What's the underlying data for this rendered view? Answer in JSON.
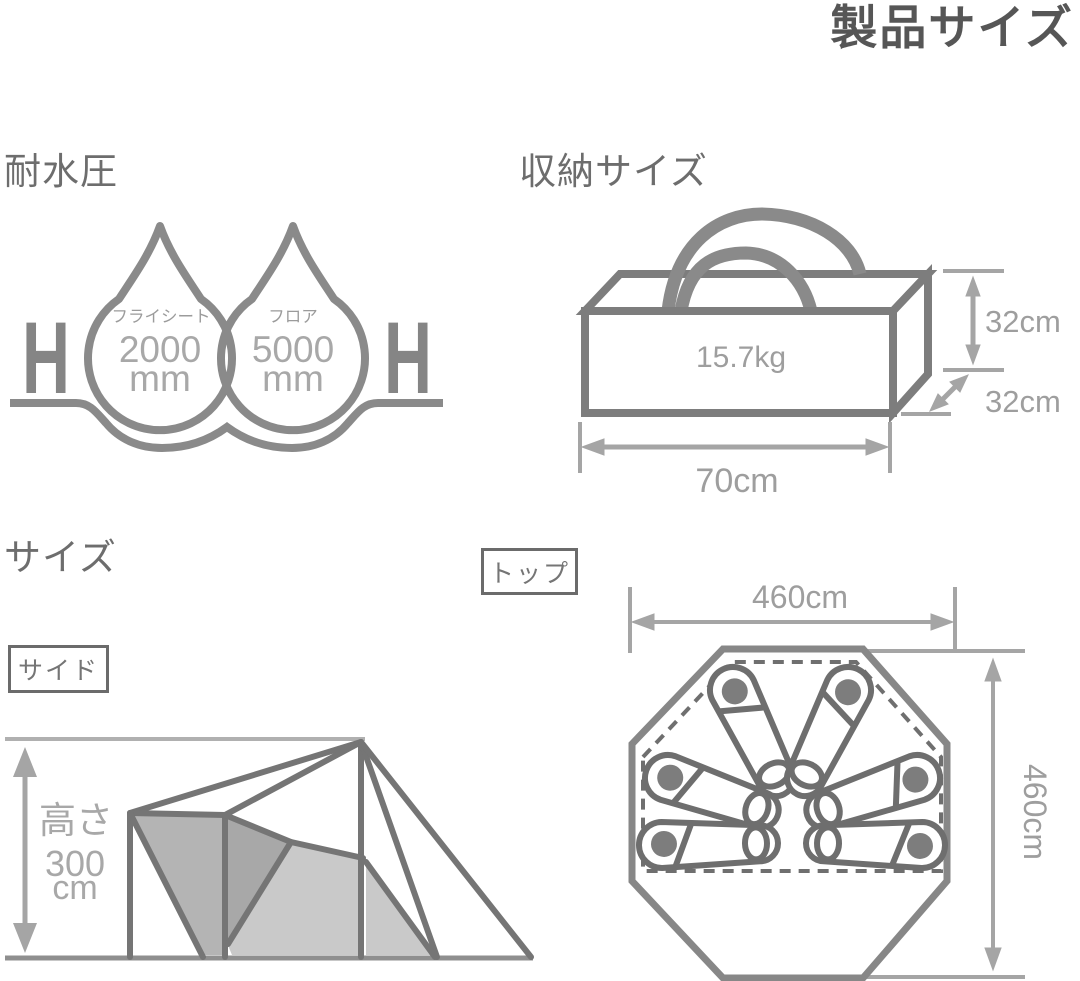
{
  "title": "製品サイズ",
  "colors": {
    "line_dark": "#757575",
    "line_mid": "#8a8a8a",
    "dimension_gray": "#a5a5a5",
    "dim_text_gray": "#9e9e9e",
    "heading_gray": "#6d6d6d",
    "title_gray": "#565656",
    "fill_light": "#c9c9c9",
    "fill_mid": "#b4b4b4",
    "fill_dark": "#a8a8a8"
  },
  "water_resistance": {
    "heading": "耐水圧",
    "h_symbol_left": "H",
    "h_symbol_right": "H",
    "drops": [
      {
        "label": "フライシート",
        "value": "2000",
        "unit": "mm"
      },
      {
        "label": "フロア",
        "value": "5000",
        "unit": "mm"
      }
    ]
  },
  "storage": {
    "heading": "収納サイズ",
    "weight": "15.7kg",
    "dim_height": "32cm",
    "dim_depth": "32cm",
    "dim_width": "70cm"
  },
  "size": {
    "heading": "サイズ",
    "side_tag": "サイド",
    "top_tag": "トップ",
    "height_label": "高さ",
    "height_value": "300",
    "height_unit": "cm",
    "top_width": "460cm",
    "top_depth": "460cm"
  }
}
